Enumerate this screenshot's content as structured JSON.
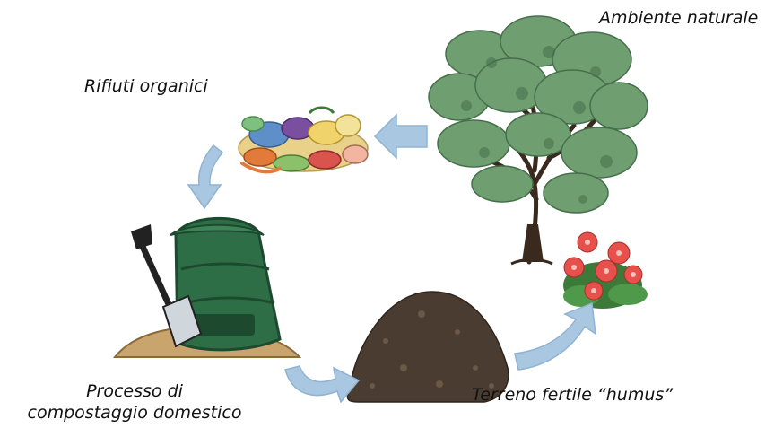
{
  "captions": {
    "natural_environment": "Ambiente naturale",
    "organic_waste": "Rifiuti organici",
    "composting_line1": "Processo di",
    "composting_line2": "compostaggio domestico",
    "fertile_soil": "Terreno fertile “humus”"
  },
  "colors": {
    "arrow": "#a9c7e1",
    "arrow_edge": "#8fb3d3",
    "compost_bin": "#2e6e47",
    "compost_bin_dark": "#1d4a2f",
    "foliage": "#6f9e70",
    "foliage_dark": "#466f4b",
    "trunk": "#3a2a1e",
    "soil": "#4a3c30",
    "sand": "#c9a46c",
    "flower": "#e8504c",
    "leaf": "#3d7a3a"
  },
  "icons": [
    "tree-illustration",
    "organic-waste-pile",
    "compost-bin-with-shovel",
    "soil-heap",
    "flowering-plant",
    "cycle-arrow"
  ]
}
